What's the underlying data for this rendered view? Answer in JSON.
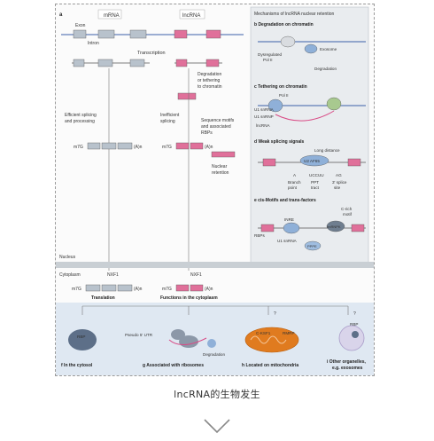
{
  "diagram": {
    "panel_a_label": "a",
    "mrna_header": "mRNA",
    "lncrna_header": "lncRNA",
    "exon_label": "Exon",
    "intron_label": "Intron",
    "transcription_label": "Transcription",
    "degradation_tethering": [
      "Degradation",
      "or tethering",
      "to chromatin"
    ],
    "efficient_splicing": [
      "Efficient splicing",
      "and processing"
    ],
    "inefficient_splicing": [
      "Inefficient",
      "splicing"
    ],
    "sequence_motifs": [
      "Sequence motifs",
      "and associated",
      "RBPs"
    ],
    "nuclear_retention": [
      "Nuclear",
      "retention"
    ],
    "cap_label": "m7G",
    "polya_label": "(A)n",
    "nucleus_label": "Nucleus",
    "cytoplasm_label": "Cytoplasm",
    "nxf1_top": "NXF1",
    "nxf1_bottom": "NXF1",
    "translation_label": "Translation",
    "functions_cytoplasm": "Functions in the cytoplasm",
    "mechanisms_title": "Mechanisms of lncRNA nuclear retention",
    "panel_b": "b  Degradation on chromatin",
    "dysregulated_pol": [
      "Dysregulated",
      "Pol II"
    ],
    "exosome_label": "Exosome",
    "degradation_b": "Degradation",
    "panel_c": "c  Tethering on chromatin",
    "pol2_c": "Pol II",
    "u1_snrna_1": "U1 snRNA",
    "u1_snrnp": "U1 snRNP",
    "lncrna_c": "lncRNA",
    "panel_d": "d  Weak splicing signals",
    "long_distance": "Long distance",
    "u2af": "U2 AF65",
    "ucccu": "UCCUU",
    "splice_a": "A",
    "splice_ag": "AG",
    "branch_point": [
      "Branch",
      "point"
    ],
    "ppt_tract": [
      "PPT",
      "tract"
    ],
    "splice_site": [
      "3' splice",
      "site"
    ],
    "panel_e": "e  cis-Motifs and trans-factors",
    "c_rich_motif": [
      "C-rich",
      "motif"
    ],
    "inre": "INRE",
    "rbps": "RBPs",
    "u1_snrna_e": "U1 snRNA",
    "hnrnpk": "hnRNPK",
    "pppe": "PPPE",
    "rbp_f": "RBP",
    "pseudo_utr": "Pseudo 5' UTR",
    "degradation_g": "Degradation",
    "ckrs": "C-KSF1",
    "rmrp": "RMRP",
    "rbp_i": "RBP",
    "question_mark": "?",
    "panel_f": "f  In the cytosol",
    "panel_g": "g  Associated with ribosomes",
    "panel_h": "h  Located on mitochondria",
    "panel_i": [
      "i  Other organelles,",
      "e.g. exosomes"
    ]
  },
  "caption": "lncRNA的生物发生",
  "colors": {
    "mrna_exon": "#b8c2cc",
    "lncrna_exon": "#e0709a",
    "rna_strand": "#d94b86",
    "dna_line": "#3b5fa8",
    "mechanism_panel": "#e9ecef",
    "nucleus_bar": "#c9cfd4",
    "cytoplasm_band": "#dfe8f2",
    "mitochondrion": "#e07b1f",
    "ribosome": "#8c98a8"
  },
  "icons": [
    "chevron-down-icon"
  ]
}
